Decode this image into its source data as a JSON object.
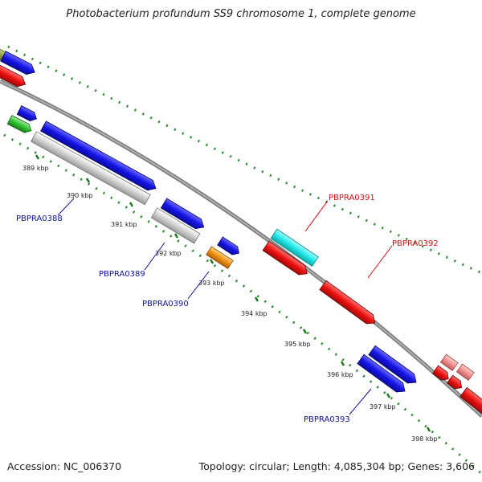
{
  "title": "Photobacterium profundum SS9 chromosome 1, complete genome",
  "footer": {
    "accession": "Accession: NC_006370",
    "summary": "Topology: circular; Length: 4,085,304 bp; Genes: 3,606"
  },
  "colors": {
    "forward_cds": "#1010e0",
    "reverse_cds": "#e01010",
    "rna": "#c0c0c0",
    "highlight_cyan": "#22e8e8",
    "highlight_orange": "#f09010",
    "highlight_green": "#30c030",
    "pseudo_pink": "#f09090",
    "backbone": "#8a8a8a",
    "gc_dots": "#2a8a2a",
    "label_blue": "#1010a0",
    "label_red": "#d01010"
  },
  "ticks": [
    "389 kbp",
    "390 kbp",
    "391 kbp",
    "392 kbp",
    "393 kbp",
    "394 kbp",
    "395 kbp",
    "396 kbp",
    "397 kbp",
    "398 kbp"
  ],
  "gene_labels": [
    {
      "name": "PBPRA0388",
      "strand": "forward"
    },
    {
      "name": "PBPRA0389",
      "strand": "forward"
    },
    {
      "name": "PBPRA0390",
      "strand": "forward"
    },
    {
      "name": "PBPRA0391",
      "strand": "reverse"
    },
    {
      "name": "PBPRA0392",
      "strand": "reverse"
    },
    {
      "name": "PBPRA0393",
      "strand": "forward"
    }
  ]
}
